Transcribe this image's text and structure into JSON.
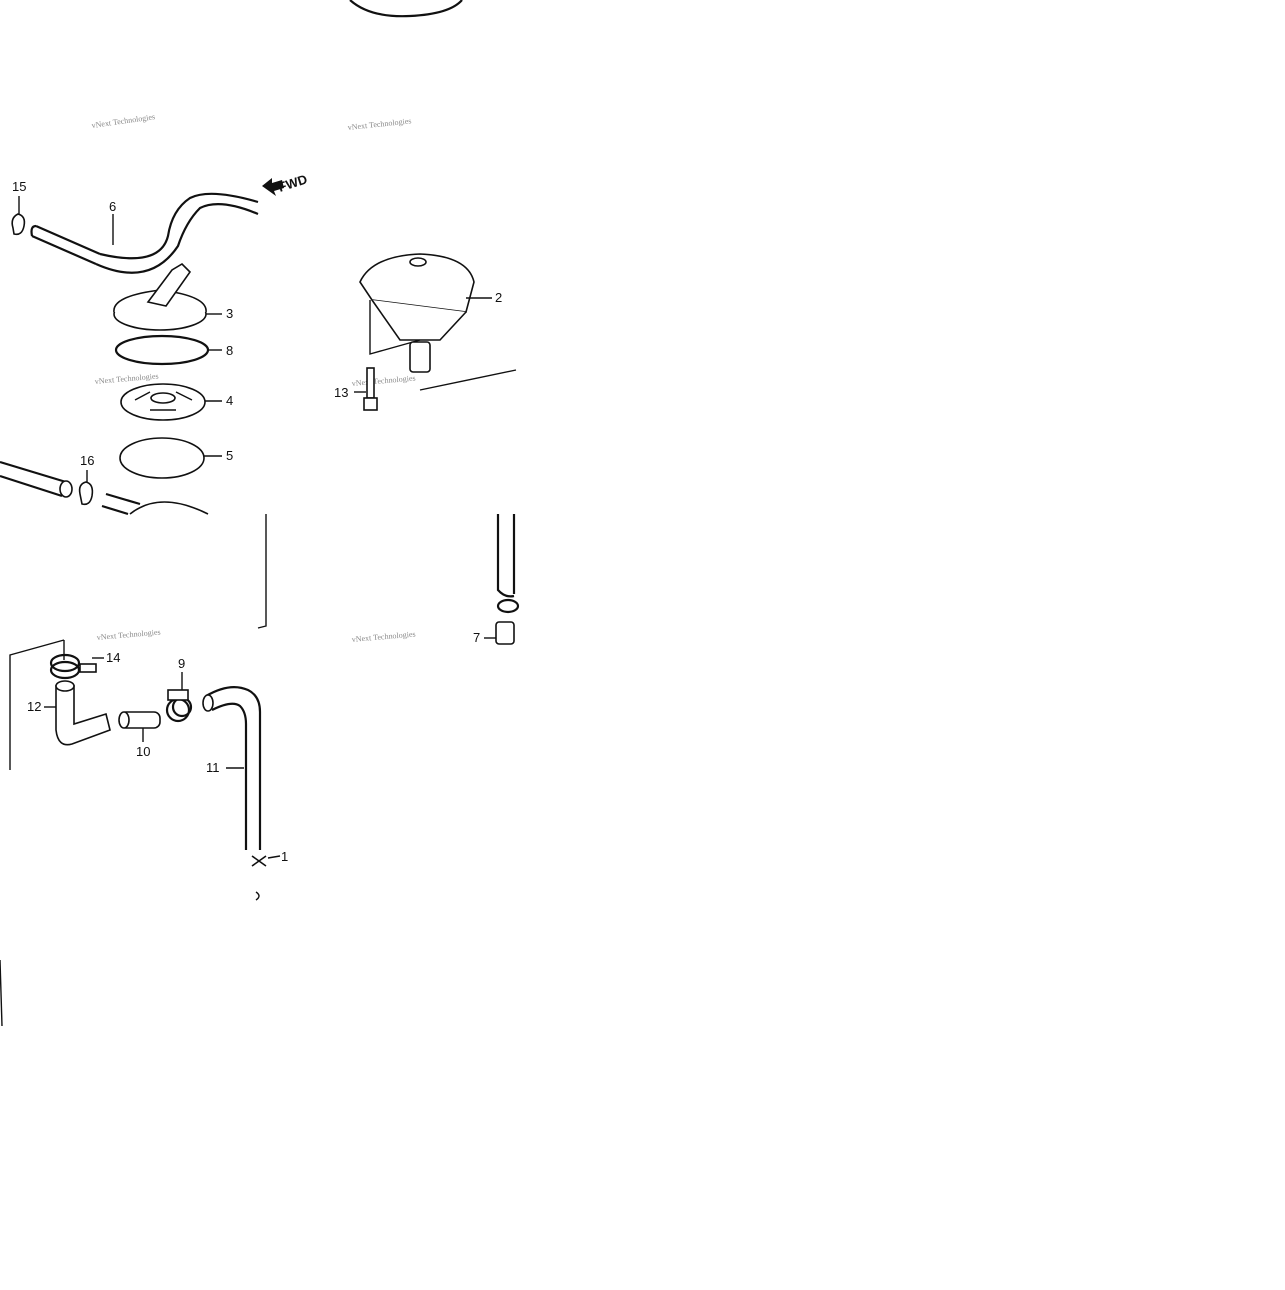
{
  "diagram": {
    "watermark_text": "vNext Technologies",
    "direction_label": "FWD",
    "callouts": [
      {
        "id": "c15",
        "label": "15"
      },
      {
        "id": "c6",
        "label": "6"
      },
      {
        "id": "c3",
        "label": "3"
      },
      {
        "id": "c8",
        "label": "8"
      },
      {
        "id": "c4",
        "label": "4"
      },
      {
        "id": "c5",
        "label": "5"
      },
      {
        "id": "c16",
        "label": "16"
      },
      {
        "id": "c2",
        "label": "2"
      },
      {
        "id": "c13",
        "label": "13"
      },
      {
        "id": "c7",
        "label": "7"
      },
      {
        "id": "c14",
        "label": "14"
      },
      {
        "id": "c9",
        "label": "9"
      },
      {
        "id": "c12",
        "label": "12"
      },
      {
        "id": "c10",
        "label": "10"
      },
      {
        "id": "c11",
        "label": "11"
      },
      {
        "id": "c1",
        "label": "1"
      }
    ]
  }
}
